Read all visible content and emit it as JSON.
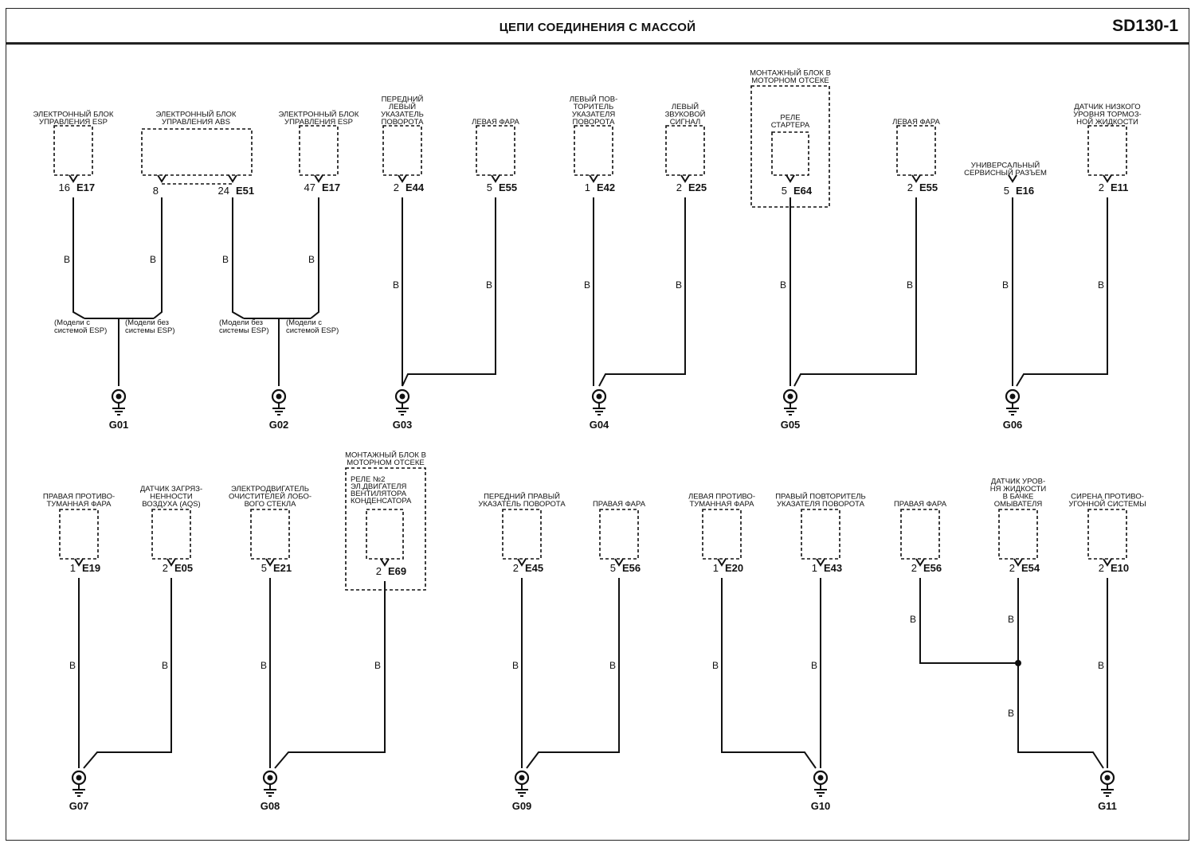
{
  "header": {
    "title": "ЦЕПИ СОЕДИНЕНИЯ С МАССОЙ",
    "code": "SD130-1"
  },
  "wire_color": "B",
  "variant_notes": {
    "with_esp": [
      "(Модели с",
      "системой ESP)"
    ],
    "without_esp": [
      "(Модели без",
      "системы ESP)"
    ]
  },
  "components": [
    {
      "id": "esp1",
      "label": [
        "ЭЛЕКТРОННЫЙ БЛОК",
        "УПРАВЛЕНИЯ ESP"
      ],
      "pins": [
        {
          "pin": "16",
          "conn": "E17"
        }
      ]
    },
    {
      "id": "abs",
      "label": [
        "ЭЛЕКТРОННЫЙ БЛОК",
        "УПРАВЛЕНИЯ ABS"
      ],
      "pins": [
        {
          "pin": "8",
          "conn": ""
        },
        {
          "pin": "24",
          "conn": "E51"
        }
      ]
    },
    {
      "id": "esp2",
      "label": [
        "ЭЛЕКТРОННЫЙ БЛОК",
        "УПРАВЛЕНИЯ ESP"
      ],
      "pins": [
        {
          "pin": "47",
          "conn": "E17"
        }
      ]
    },
    {
      "id": "c4",
      "label": [
        "ПЕРЕДНИЙ",
        "ЛЕВЫЙ",
        "УКАЗАТЕЛЬ",
        "ПОВОРОТА"
      ],
      "pins": [
        {
          "pin": "2",
          "conn": "E44"
        }
      ]
    },
    {
      "id": "c5",
      "label": [
        "ЛЕВАЯ ФАРА"
      ],
      "pins": [
        {
          "pin": "5",
          "conn": "E55"
        }
      ]
    },
    {
      "id": "c6",
      "label": [
        "ЛЕВЫЙ ПОВ-",
        "ТОРИТЕЛЬ",
        "УКАЗАТЕЛЯ",
        "ПОВОРОТА"
      ],
      "pins": [
        {
          "pin": "1",
          "conn": "E42"
        }
      ]
    },
    {
      "id": "c7",
      "label": [
        "ЛЕВЫЙ",
        "ЗВУКОВОЙ",
        "СИГНАЛ"
      ],
      "pins": [
        {
          "pin": "2",
          "conn": "E25"
        }
      ]
    },
    {
      "id": "c8",
      "label": [
        "РЕЛЕ",
        "СТАРТЕРА"
      ],
      "outer": [
        "МОНТАЖНЫЙ БЛОК В",
        "МОТОРНОМ ОТСЕКЕ"
      ],
      "pins": [
        {
          "pin": "5",
          "conn": "E64"
        }
      ]
    },
    {
      "id": "c9",
      "label": [
        "ЛЕВАЯ ФАРА"
      ],
      "pins": [
        {
          "pin": "2",
          "conn": "E55"
        }
      ]
    },
    {
      "id": "c10",
      "label": [
        "УНИВЕРСАЛЬНЫЙ",
        "СЕРВИСНЫЙ РАЗЪЕМ"
      ],
      "pins": [
        {
          "pin": "5",
          "conn": "E16"
        }
      ]
    },
    {
      "id": "c11",
      "label": [
        "ДАТЧИК НИЗКОГО",
        "УРОВНЯ ТОРМОЗ-",
        "НОЙ ЖИДКОСТИ"
      ],
      "pins": [
        {
          "pin": "2",
          "conn": "E11"
        }
      ]
    },
    {
      "id": "c12",
      "label": [
        "ПРАВАЯ ПРОТИВО-",
        "ТУМАННАЯ ФАРА"
      ],
      "pins": [
        {
          "pin": "1",
          "conn": "E19"
        }
      ]
    },
    {
      "id": "c13",
      "label": [
        "ДАТЧИК ЗАГРЯЗ-",
        "НЕННОСТИ",
        "ВОЗДУХА (AQS)"
      ],
      "pins": [
        {
          "pin": "2",
          "conn": "E05"
        }
      ]
    },
    {
      "id": "c14",
      "label": [
        "ЭЛЕКТРОДВИГАТЕЛЬ",
        "ОЧИСТИТЕЛЕЙ ЛОБО-",
        "ВОГО СТЕКЛА"
      ],
      "pins": [
        {
          "pin": "5",
          "conn": "E21"
        }
      ]
    },
    {
      "id": "c15",
      "label": [
        "РЕЛЕ №2",
        "ЭЛ.ДВИГАТЕЛЯ",
        "ВЕНТИЛЯТОРА",
        "КОНДЕНСАТОРА"
      ],
      "outer": [
        "МОНТАЖНЫЙ БЛОК В",
        "МОТОРНОМ ОТСЕКЕ"
      ],
      "pins": [
        {
          "pin": "2",
          "conn": "E69"
        }
      ]
    },
    {
      "id": "c16",
      "label": [
        "ПЕРЕДНИЙ ПРАВЫЙ",
        "УКАЗАТЕЛЬ ПОВОРОТА"
      ],
      "pins": [
        {
          "pin": "2",
          "conn": "E45"
        }
      ]
    },
    {
      "id": "c17",
      "label": [
        "ПРАВАЯ ФАРА"
      ],
      "pins": [
        {
          "pin": "5",
          "conn": "E56"
        }
      ]
    },
    {
      "id": "c18",
      "label": [
        "ЛЕВАЯ ПРОТИВО-",
        "ТУМАННАЯ ФАРА"
      ],
      "pins": [
        {
          "pin": "1",
          "conn": "E20"
        }
      ]
    },
    {
      "id": "c19",
      "label": [
        "ПРАВЫЙ ПОВТОРИТЕЛЬ",
        "УКАЗАТЕЛЯ ПОВОРОТА"
      ],
      "pins": [
        {
          "pin": "1",
          "conn": "E43"
        }
      ]
    },
    {
      "id": "c20",
      "label": [
        "ПРАВАЯ ФАРА"
      ],
      "pins": [
        {
          "pin": "2",
          "conn": "E56"
        }
      ]
    },
    {
      "id": "c21",
      "label": [
        "ДАТЧИК УРОВ-",
        "НЯ ЖИДКОСТИ",
        "В БАЧКЕ",
        "ОМЫВАТЕЛЯ"
      ],
      "pins": [
        {
          "pin": "2",
          "conn": "E54"
        }
      ]
    },
    {
      "id": "c22",
      "label": [
        "СИРЕНА ПРОТИВО-",
        "УГОННОЙ СИСТЕМЫ"
      ],
      "pins": [
        {
          "pin": "2",
          "conn": "E10"
        }
      ]
    }
  ],
  "grounds": [
    "G01",
    "G02",
    "G03",
    "G04",
    "G05",
    "G06",
    "G07",
    "G08",
    "G09",
    "G10",
    "G11"
  ]
}
